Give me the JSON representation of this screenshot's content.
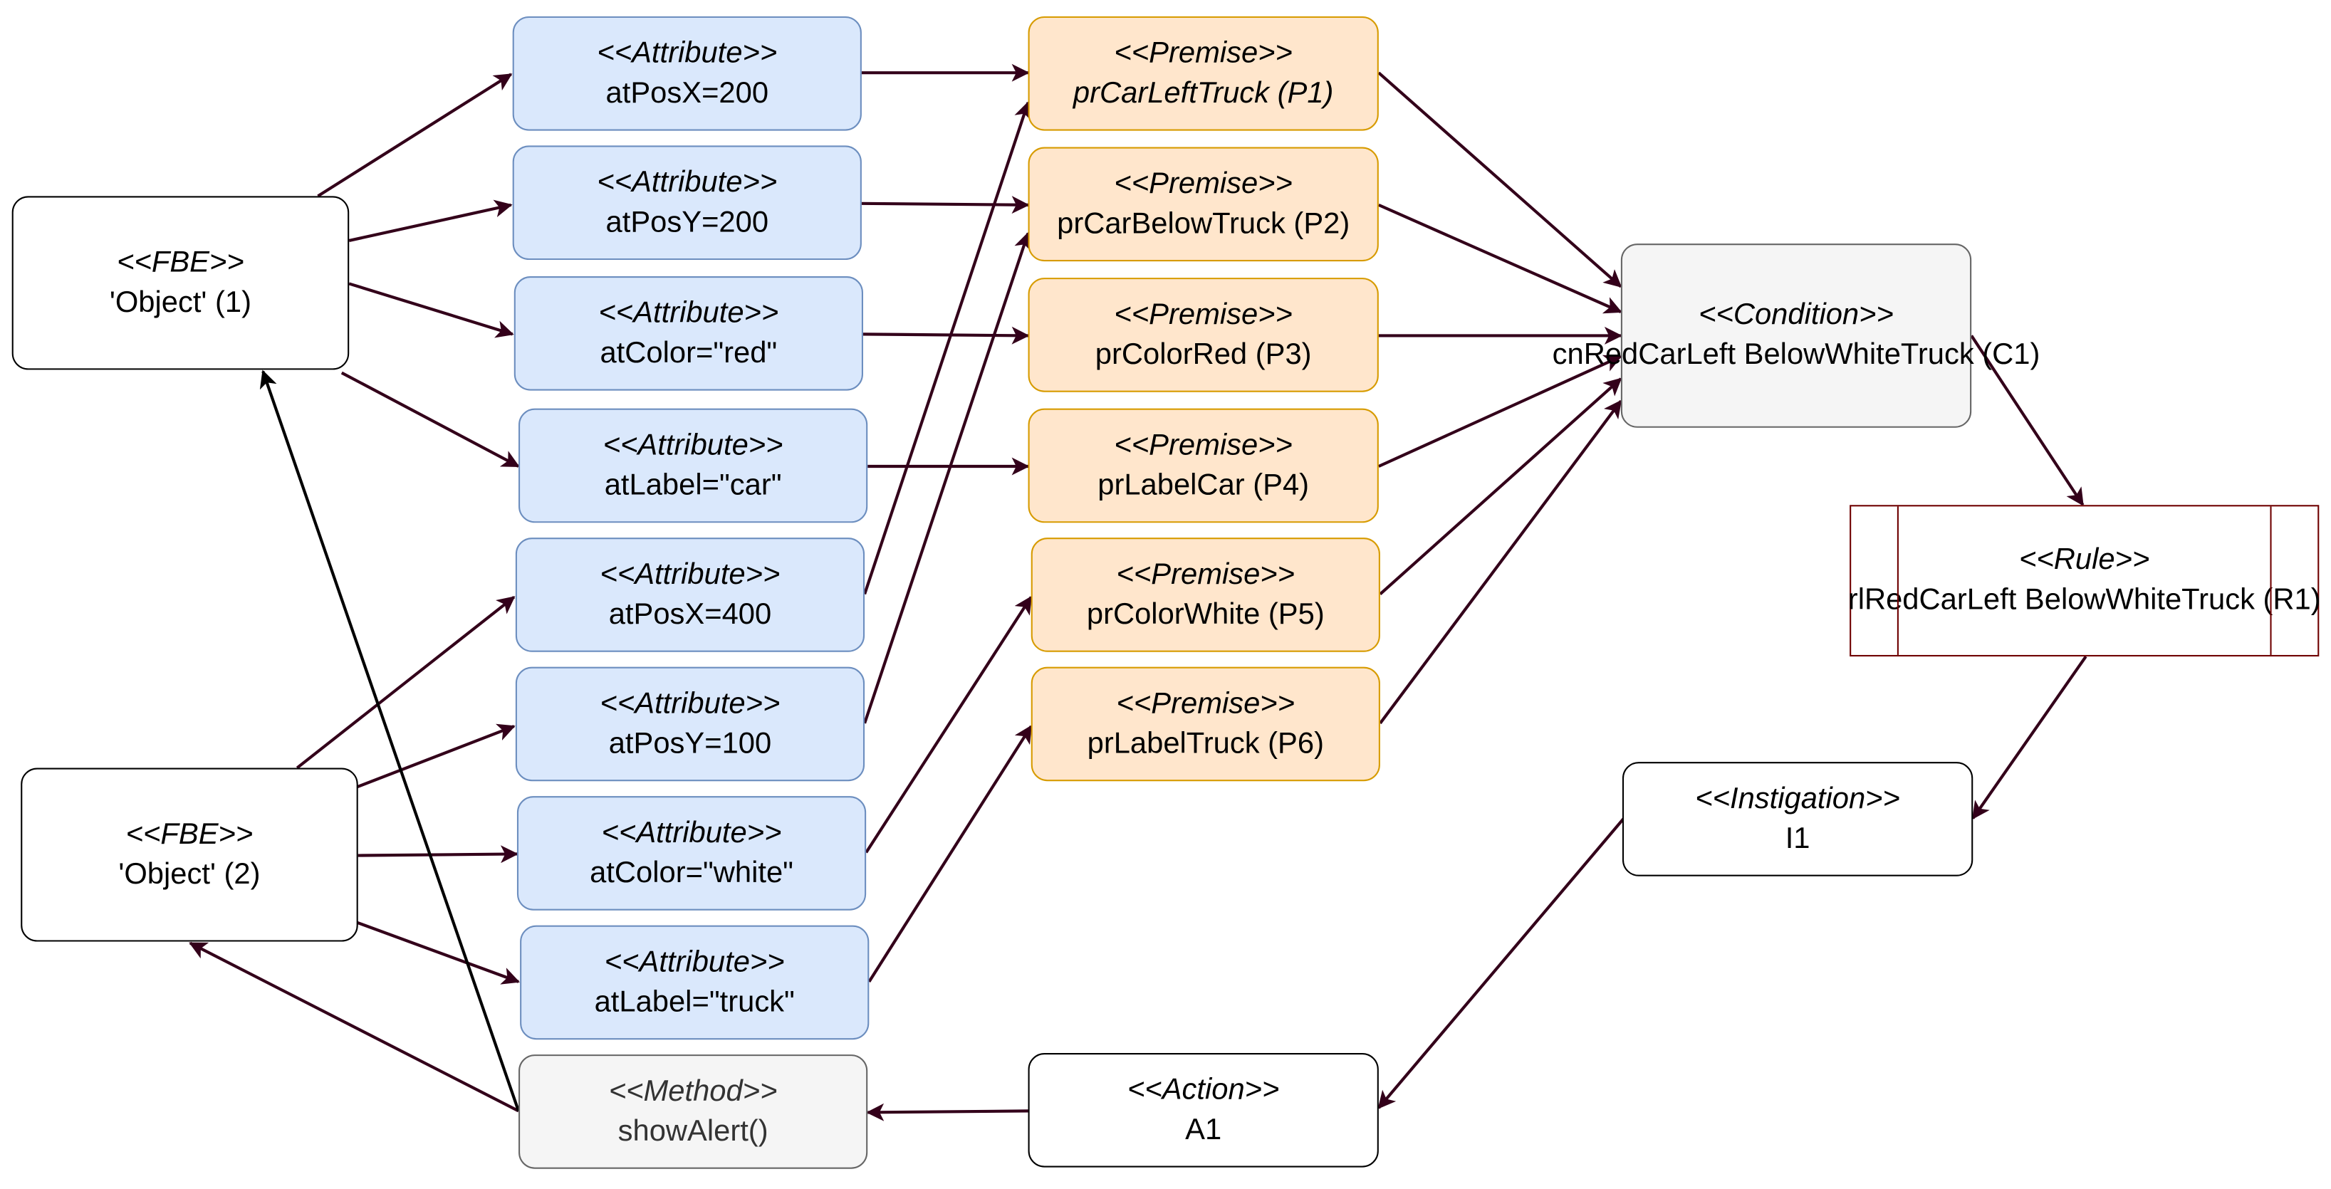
{
  "colors": {
    "attribute_fill": "#dae8fc",
    "attribute_stroke": "#6c8ebf",
    "premise_fill": "#ffe6cc",
    "premise_stroke": "#d79b00",
    "condition_fill": "#f5f5f5",
    "condition_stroke": "#666666",
    "rule_stroke": "#6f0000",
    "arrow_color": "#33001a",
    "black_arrow": "#000000"
  },
  "nodes": {
    "fbe1": {
      "stereo": "<<FBE>>",
      "name": "'Object' (1)"
    },
    "fbe2": {
      "stereo": "<<FBE>>",
      "name": "'Object' (2)"
    },
    "attributes": [
      {
        "stereo": "<<Attribute>>",
        "name": "atPosX=200"
      },
      {
        "stereo": "<<Attribute>>",
        "name": "atPosY=200"
      },
      {
        "stereo": "<<Attribute>>",
        "name": "atColor=\"red\""
      },
      {
        "stereo": "<<Attribute>>",
        "name": "atLabel=\"car\""
      },
      {
        "stereo": "<<Attribute>>",
        "name": "atPosX=400"
      },
      {
        "stereo": "<<Attribute>>",
        "name": "atPosY=100"
      },
      {
        "stereo": "<<Attribute>>",
        "name": "atColor=\"white\""
      },
      {
        "stereo": "<<Attribute>>",
        "name": "atLabel=\"truck\""
      }
    ],
    "method": {
      "stereo": "<<Method>>",
      "name": "showAlert()"
    },
    "premises": [
      {
        "stereo": "<<Premise>>",
        "name": "prCarLeftTruck (P1)"
      },
      {
        "stereo": "<<Premise>>",
        "name": "prCarBelowTruck (P2)"
      },
      {
        "stereo": "<<Premise>>",
        "name": "prColorRed (P3)"
      },
      {
        "stereo": "<<Premise>>",
        "name": "prLabelCar (P4)"
      },
      {
        "stereo": "<<Premise>>",
        "name": "prColorWhite (P5)"
      },
      {
        "stereo": "<<Premise>>",
        "name": "prLabelTruck (P6)"
      }
    ],
    "action": {
      "stereo": "<<Action>>",
      "name": "A1"
    },
    "condition": {
      "stereo": "<<Condition>>",
      "name": "cnRedCarLeft\nBelowWhiteTruck (C1)"
    },
    "rule": {
      "stereo": "<<Rule>>",
      "name": "rlRedCarLeft\nBelowWhiteTruck (R1)"
    },
    "instigation": {
      "stereo": "<<Instigation>>",
      "name": "I1"
    }
  }
}
